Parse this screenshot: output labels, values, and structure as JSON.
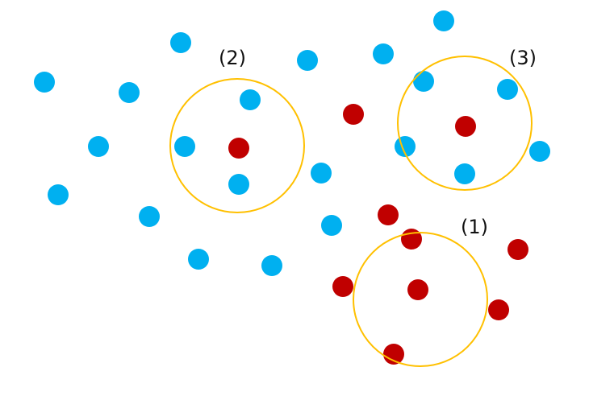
{
  "colors": {
    "blue": "#00b0f0",
    "red": "#c00000",
    "ring": "#ffc000",
    "background": "#ffffff"
  },
  "labels": {
    "ring_1": "(1)",
    "ring_2": "(2)",
    "ring_3": "(3)"
  }
}
